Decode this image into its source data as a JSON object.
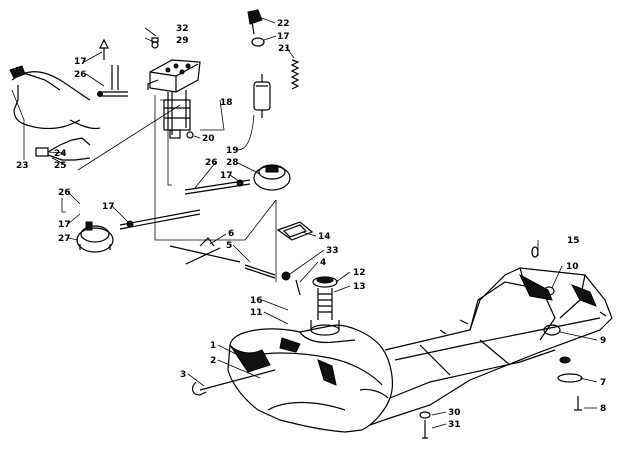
{
  "colors": {
    "ink": "#000000",
    "paper": "#ffffff"
  },
  "callouts": [
    {
      "id": "c32",
      "text": "32"
    },
    {
      "id": "c29",
      "text": "29"
    },
    {
      "id": "c22",
      "text": "22"
    },
    {
      "id": "c17a",
      "text": "17"
    },
    {
      "id": "c21",
      "text": "21"
    },
    {
      "id": "c17b",
      "text": "17"
    },
    {
      "id": "c26a",
      "text": "26"
    },
    {
      "id": "c18",
      "text": "18"
    },
    {
      "id": "c20",
      "text": "20"
    },
    {
      "id": "c19",
      "text": "19"
    },
    {
      "id": "c23",
      "text": "23"
    },
    {
      "id": "c24",
      "text": "24"
    },
    {
      "id": "c25",
      "text": "25"
    },
    {
      "id": "c26b",
      "text": "26"
    },
    {
      "id": "c28",
      "text": "28"
    },
    {
      "id": "c17c",
      "text": "17"
    },
    {
      "id": "c26c",
      "text": "26"
    },
    {
      "id": "c17d",
      "text": "17"
    },
    {
      "id": "c17e",
      "text": "17"
    },
    {
      "id": "c27",
      "text": "27"
    },
    {
      "id": "c14",
      "text": "14"
    },
    {
      "id": "c6",
      "text": "6"
    },
    {
      "id": "c33",
      "text": "33"
    },
    {
      "id": "c5",
      "text": "5"
    },
    {
      "id": "c4",
      "text": "4"
    },
    {
      "id": "c15",
      "text": "15"
    },
    {
      "id": "c10",
      "text": "10"
    },
    {
      "id": "c12",
      "text": "12"
    },
    {
      "id": "c13",
      "text": "13"
    },
    {
      "id": "c16",
      "text": "16"
    },
    {
      "id": "c11",
      "text": "11"
    },
    {
      "id": "c1",
      "text": "1"
    },
    {
      "id": "c2",
      "text": "2"
    },
    {
      "id": "c3",
      "text": "3"
    },
    {
      "id": "c9",
      "text": "9"
    },
    {
      "id": "c7",
      "text": "7"
    },
    {
      "id": "c8",
      "text": "8"
    },
    {
      "id": "c30",
      "text": "30"
    },
    {
      "id": "c31",
      "text": "31"
    }
  ]
}
